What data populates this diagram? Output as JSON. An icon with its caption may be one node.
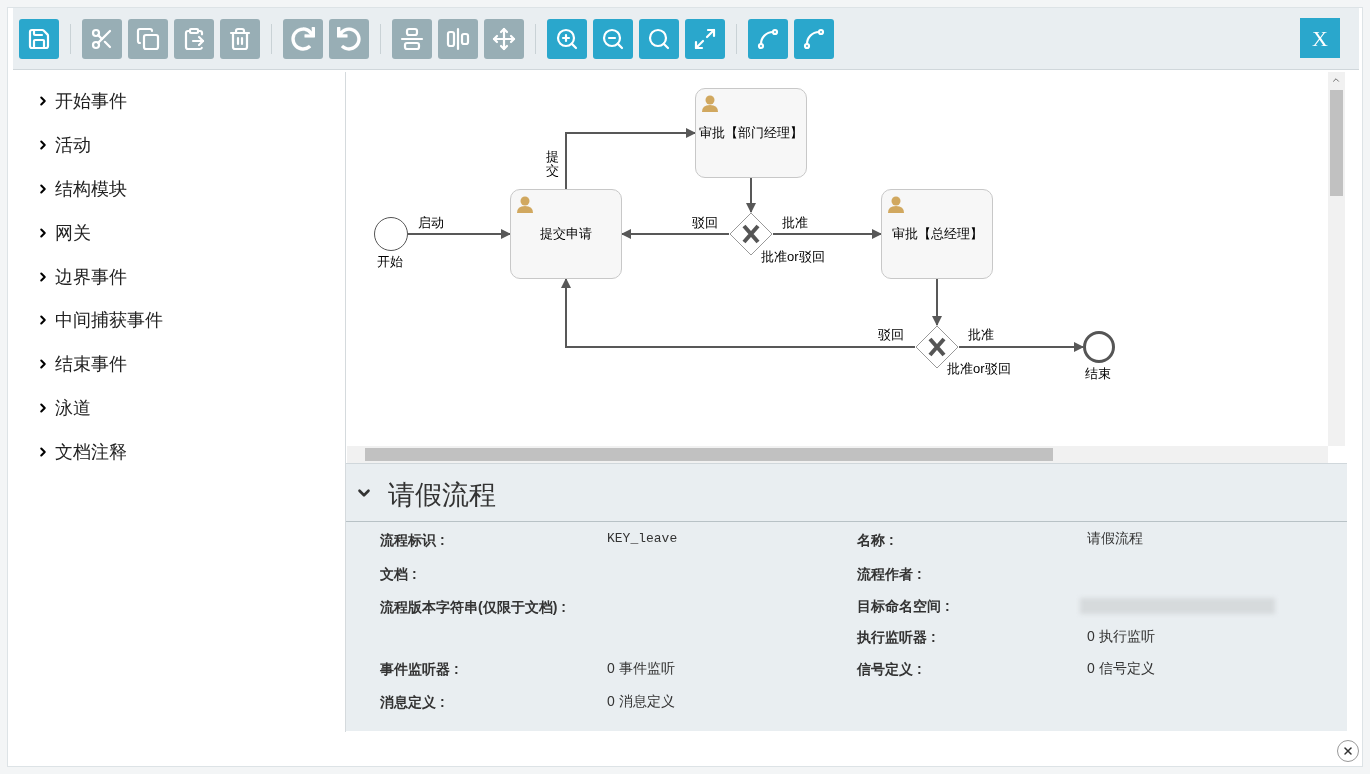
{
  "diagram": {
    "nodes": [
      {
        "text": [],
        "shape": "circle",
        "beside": [
          "开始"
        ]
      },
      {
        "text": [
          "提交申请"
        ]
      },
      {
        "text": [
          "审批【部门经理】"
        ]
      },
      {
        "text": [],
        "shape": "diamond",
        "beside": [
          "批准or驳回"
        ]
      },
      {
        "text": [
          "审批【总经理】"
        ]
      },
      {
        "text": [],
        "shape": "diamond",
        "beside": [
          "批准or驳回"
        ]
      },
      {
        "text": [],
        "shape": "circle",
        "beside": [
          "结束"
        ]
      }
    ],
    "edges": [
      {
        "from": 0,
        "to": 1,
        "arrow": "to",
        "label": "启动"
      },
      {
        "from": 1,
        "to": 2,
        "arrow": "to",
        "label": "提交"
      },
      {
        "from": 2,
        "to": 3,
        "arrow": "to"
      },
      {
        "from": 3,
        "to": 1,
        "arrow": "to",
        "label": "驳回"
      },
      {
        "from": 3,
        "to": 4,
        "arrow": "to",
        "label": "批准"
      },
      {
        "from": 4,
        "to": 5,
        "arrow": "to"
      },
      {
        "from": 5,
        "to": 1,
        "arrow": "to",
        "label": "驳回"
      },
      {
        "from": 5,
        "to": 6,
        "arrow": "to",
        "label": "批准"
      }
    ],
    "labels": [
      "开始事件",
      "活动",
      "结构模块",
      "网关",
      "边界事件",
      "中间捕获事件",
      "结束事件",
      "泳道",
      "文档注释",
      "X",
      "请假流程",
      "流程标识 :",
      "KEY_leave",
      "名称 :",
      "请假流程",
      "文档 :",
      "流程作者 :",
      "流程版本字符串(仅限于文档) :",
      "目标命名空间 :",
      "执行监听器 :",
      "0 执行监听",
      "事件监听器 :",
      "0 事件监听",
      "信号定义 :",
      "0 信号定义",
      "消息定义 :",
      "0 消息定义"
    ]
  }
}
